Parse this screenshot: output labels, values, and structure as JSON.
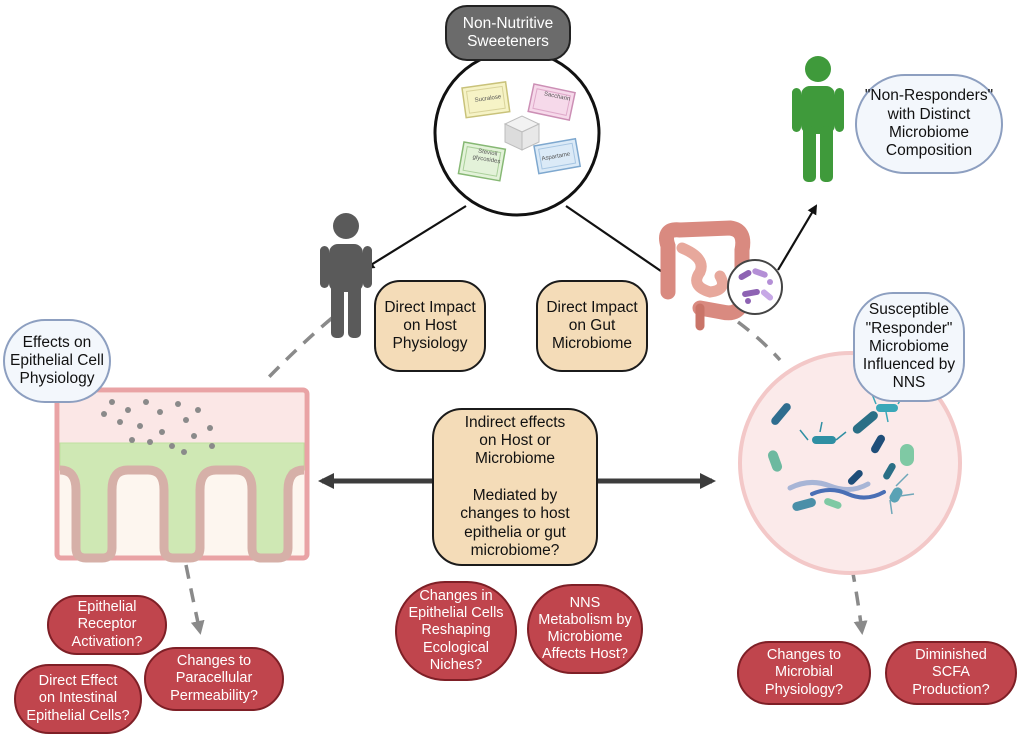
{
  "nns_label": "Non-Nutritive\nSweeteners",
  "packets": {
    "sucralose": "Sucralose",
    "saccharin": "Saccharin",
    "stevia": "Stevioil\nglycosides",
    "aspartame": "Aspartame"
  },
  "direct_host": "Direct Impact\non Host\nPhysiology",
  "direct_microbiome": "Direct Impact\non Gut\nMicrobiome",
  "non_responders": "\"Non-Responders\"\nwith Distinct\nMicrobiome\nComposition",
  "epithelial_physiology": "Effects on\nEpithelial Cell\nPhysiology",
  "responder": "Susceptible\n\"Responder\"\nMicrobiome\nInfluenced by\nNNS",
  "indirect": "Indirect effects\non Host or\nMicrobiome\n\nMediated by\nchanges to host\nepithelia or gut\nmicrobiome?",
  "outcomes": {
    "receptor": "Epithelial\nReceptor\nActivation?",
    "paracellular": "Changes to\nParacellular\nPermeability?",
    "direct_epithelial": "Direct Effect\non Intestinal\nEpithelial Cells?",
    "niches": "Changes in\nEpithelial Cells\nReshaping\nEcological\nNiches?",
    "metabolism": "NNS\nMetabolism by\nMicrobiome\nAffects Host?",
    "microbial_physiology": "Changes to\nMicrobial\nPhysiology?",
    "scfa": "Diminished\nSCFA\nProduction?"
  },
  "colors": {
    "tan_box": "#f4dcb8",
    "red_box": "#c0454d",
    "person_gray": "#5a5a5a",
    "person_green": "#3f9a3b",
    "bubble_fill": "#f3f7fc",
    "epithelium_green": "#cfe8b4",
    "frame_pink": "#e9a3a5"
  },
  "icons": [
    "person-gray-icon",
    "person-green-icon",
    "sugar-cube-icon",
    "intestine-icon",
    "bacteria-icon"
  ]
}
